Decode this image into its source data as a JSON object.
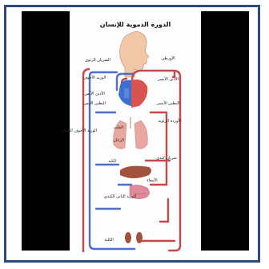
{
  "title": "الدورة الدموية للإنسان",
  "labels": {
    "aorta": "الأورطي",
    "pulmonary_artery": "الشريان الرئوي",
    "vena_cava_sup": "الوريد الأجوف",
    "left_atrium": "الأذين الأيسر",
    "right_atrium": "الأذين الأيمن",
    "right_ventricle": "البطين الأيمن",
    "left_ventricle": "البطين الأيسر",
    "pulmonary_vein": "الأوردة الرئوية",
    "heart": "القلب",
    "lungs": "الرئتان",
    "vena_cava_inf": "الوريد الأجوف السفلي",
    "liver": "الكبد",
    "hepatic_artery": "شريان كبدي",
    "intestines": "الأمعاء",
    "portal_vein": "الوريد البابي الكبدي",
    "kidney": "الكلية"
  },
  "colors": {
    "artery": "#c8474a",
    "vein": "#4f6fc4",
    "frame": "#2d4a7e",
    "heart_blue": "#3b6fd0",
    "heart_red": "#d9534f",
    "lung": "#e9a7a0",
    "liver": "#a0523d",
    "skin": "#f2c7a8"
  }
}
